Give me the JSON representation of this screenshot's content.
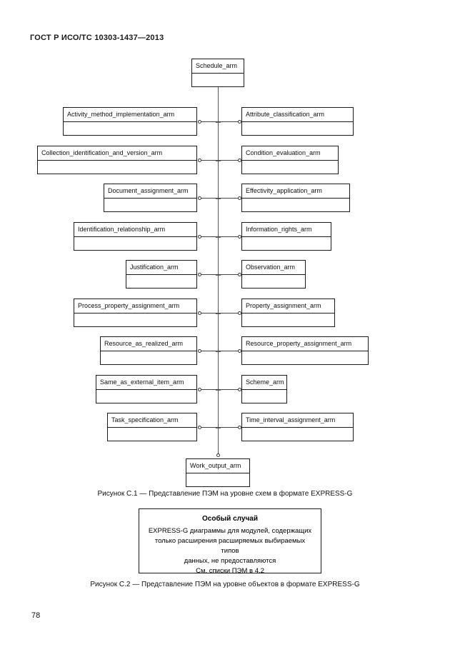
{
  "document": {
    "header": "ГОСТ Р ИСО/ТС 10303-1437—2013",
    "page_number": "78"
  },
  "figure_c1": {
    "caption": "Рисунок C.1 — Представление ПЭМ на уровне схем в формате EXPRESS-G",
    "root": {
      "label": "Schedule_arm"
    },
    "leaf": {
      "label": "Work_output_arm"
    },
    "rows": [
      {
        "left": "Activity_method_implementation_arm",
        "right": "Attribute_classification_arm"
      },
      {
        "left": "Collection_identification_and_version_arm",
        "right": "Condition_evaluation_arm"
      },
      {
        "left": "Document_assignment_arm",
        "right": "Effectivity_application_arm"
      },
      {
        "left": "Identification_relationship_arm",
        "right": "Information_rights_arm"
      },
      {
        "left": "Justification_arm",
        "right": "Observation_arm"
      },
      {
        "left": "Process_property_assignment_arm",
        "right": "Property_assignment_arm"
      },
      {
        "left": "Resource_as_realized_arm",
        "right": "Resource_property_assignment_arm"
      },
      {
        "left": "Same_as_external_item_arm",
        "right": "Scheme_arm"
      },
      {
        "left": "Task_specification_arm",
        "right": "Time_interval_assignment_arm"
      }
    ]
  },
  "figure_c2": {
    "caption": "Рисунок C.2 — Представление ПЭМ на уровне объектов в формате EXPRESS-G",
    "box": {
      "title": "Особый случай",
      "lines": [
        "EXPRESS-G диаграммы для модулей, содержащих",
        "только расширения расширяемых выбираемых типов",
        "данных, не предоставляются",
        "См. списки ПЭМ в 4.2"
      ]
    }
  }
}
